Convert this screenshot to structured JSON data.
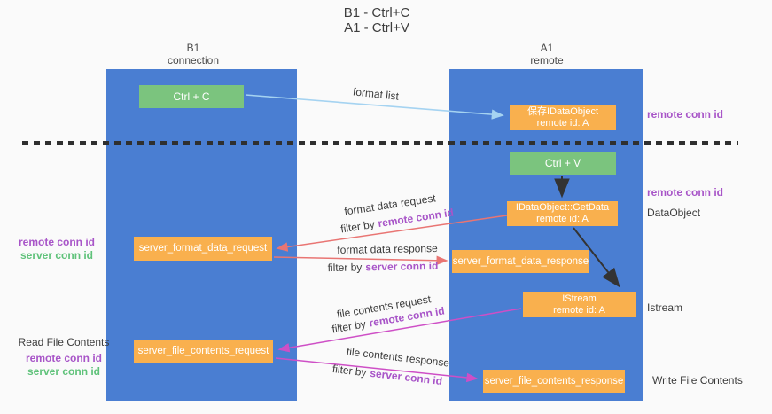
{
  "title": {
    "line1": "B1 - Ctrl+C",
    "line2": "A1 - Ctrl+V"
  },
  "columns": {
    "left": {
      "name": "B1",
      "role": "connection"
    },
    "right": {
      "name": "A1",
      "role": "remote"
    }
  },
  "boxes": {
    "ctrl_c": "Ctrl + C",
    "ctrl_v": "Ctrl + V",
    "save_idataobject": {
      "title": "保存IDataObject",
      "subtitle": "remote id: A"
    },
    "getdata": {
      "title": "IDataObject::GetData",
      "subtitle": "remote id: A"
    },
    "istream": {
      "title": "IStream",
      "subtitle": "remote id: A"
    },
    "server_format_data_request": "server_format_data_request",
    "server_format_data_response": "server_format_data_response",
    "server_file_contents_request": "server_file_contents_request",
    "server_file_contents_response": "server_file_contents_response"
  },
  "arrow_labels": {
    "format_list": "format list",
    "format_data_request": "format data request",
    "format_data_response": "format data response",
    "file_contents_request": "file contents request",
    "file_contents_response": "file contents response",
    "filter_by": "filter by",
    "remote_conn_id": "remote conn id",
    "server_conn_id": "server conn id"
  },
  "side_labels": {
    "remote_conn_id": "remote conn id",
    "server_conn_id": "server conn id",
    "dataobject": "DataObject",
    "istream": "Istream",
    "read_file_contents": "Read File Contents",
    "write_file_contents": "Write File Contents"
  },
  "colors": {
    "lane_blue": "#4A7ED2",
    "box_orange": "#F9B04E",
    "box_green": "#7BC47E",
    "arrow_red": "#E97573",
    "arrow_magenta": "#CE4FC6",
    "arrow_light_blue": "#A5D3F1",
    "arrow_black": "#333333",
    "label_purple": "#A855C8",
    "label_green": "#5FC27A"
  }
}
